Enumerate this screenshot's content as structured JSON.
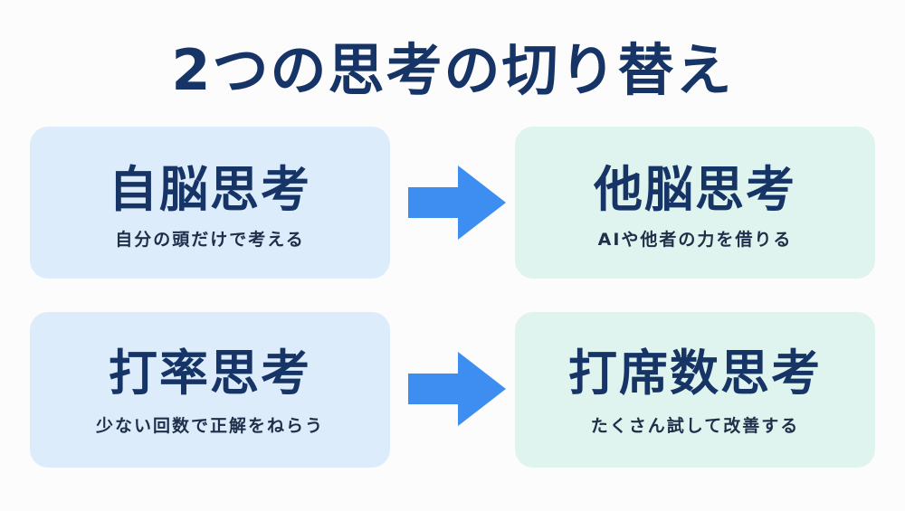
{
  "title": "2つの思考の切り替え",
  "rows": [
    {
      "left": {
        "main": "自脳思考",
        "sub": "自分の頭だけで考える"
      },
      "right": {
        "main": "他脳思考",
        "sub": "AIや他者の力を借りる"
      }
    },
    {
      "left": {
        "main": "打率思考",
        "sub": "少ない回数で正解をねらう"
      },
      "right": {
        "main": "打席数思考",
        "sub": "たくさん試して改善する"
      }
    }
  ],
  "colors": {
    "title": "#163466",
    "left_card": "#dcecfb",
    "right_card": "#dff4ee",
    "arrow": "#3d8ef0"
  },
  "icons": {
    "arrow": "right-arrow-icon"
  }
}
